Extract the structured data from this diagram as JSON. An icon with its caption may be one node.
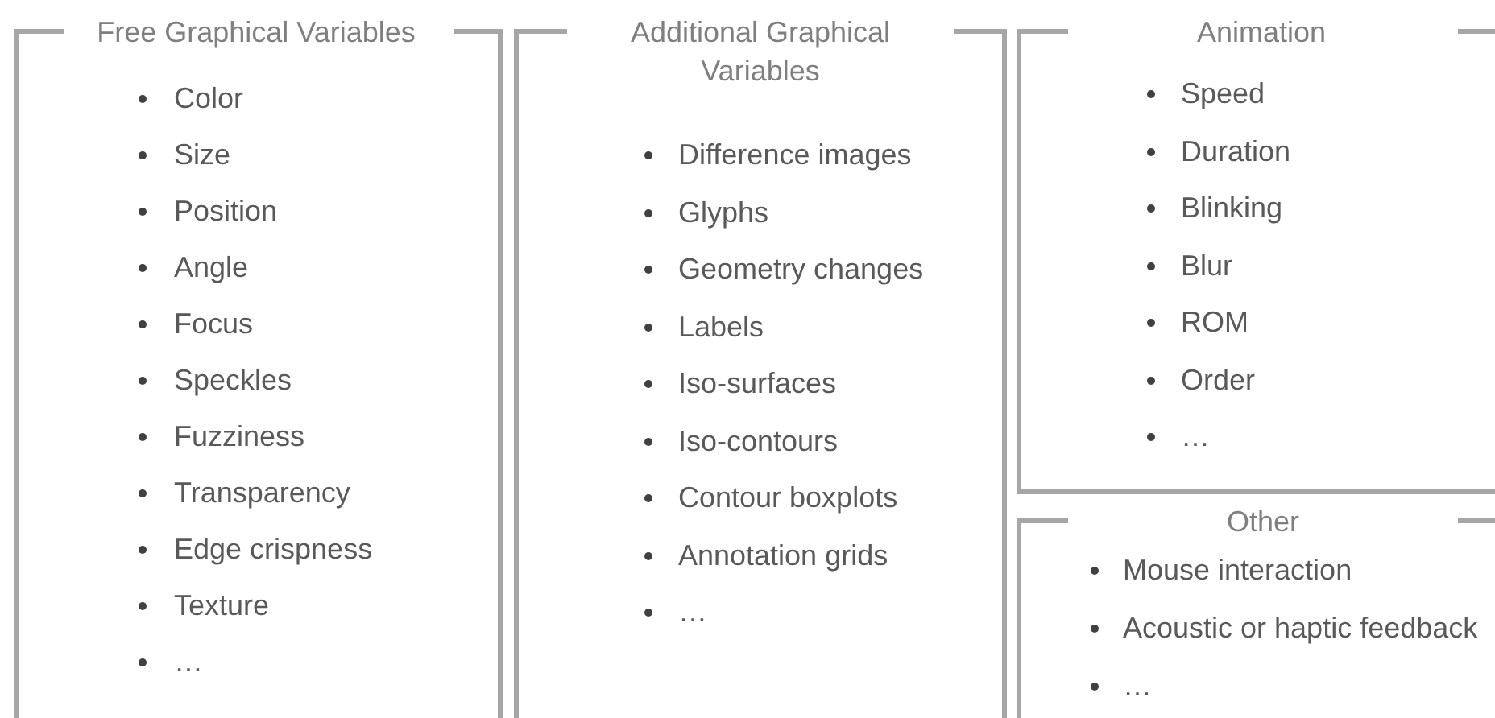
{
  "diagram": {
    "nodes": [
      {
        "text": [
          "Free Graphical Variables",
          "Color",
          "Size",
          "Position",
          "Angle",
          "Focus",
          "Speckles",
          "Fuzziness",
          "Transparency",
          "Edge crispness",
          "Texture",
          "…"
        ]
      },
      {
        "text": [
          "Additional Graphical Variables",
          "Difference images",
          "Glyphs",
          "Geometry changes",
          "Labels",
          "Iso-surfaces",
          "Iso-contours",
          "Contour boxplots",
          "Annotation grids",
          "…"
        ]
      },
      {
        "text": [
          "Animation",
          "Speed",
          "Duration",
          "Blinking",
          "Blur",
          "ROM",
          "Order",
          "…"
        ]
      },
      {
        "text": [
          "Other",
          "Mouse interaction",
          "Acoustic or haptic feedback",
          "…"
        ]
      }
    ]
  }
}
